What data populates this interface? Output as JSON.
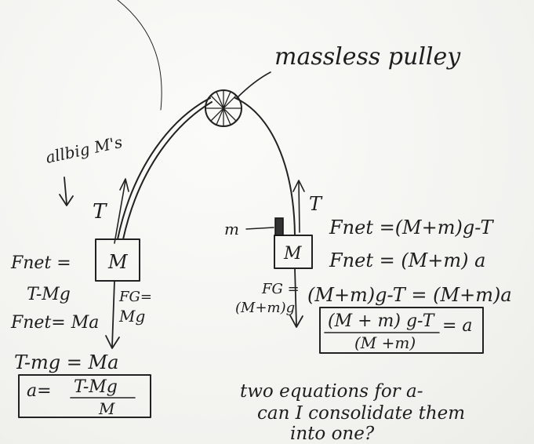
{
  "pulley_label": "massless pulley",
  "left_note": "allbig M's",
  "left": {
    "tension": "T",
    "block": "M",
    "fnet_a": "Fnet =",
    "fnet_b": "T-Mg",
    "fg_a": "FG=",
    "fg_b": "Mg",
    "fnet_ma": "Fnet= Ma",
    "eq": "T-mg = Ma",
    "boxed_lhs": "a=",
    "boxed_num": "T-Mg",
    "boxed_den": "M"
  },
  "right": {
    "tension": "T",
    "small_mass": "m",
    "block": "M",
    "eq1": "Fnet =(M+m)g-T",
    "eq2": "Fnet = (M+m) a",
    "fg_a": "FG =",
    "fg_b": "(M+m)g",
    "eq3": "(M+m)g-T = (M+m)a",
    "boxed_num": "(M + m) g-T",
    "boxed_rhs": "= a",
    "boxed_den": "(M +m)"
  },
  "question": [
    "two equations for a-",
    "can I consolidate them",
    "into one?"
  ]
}
